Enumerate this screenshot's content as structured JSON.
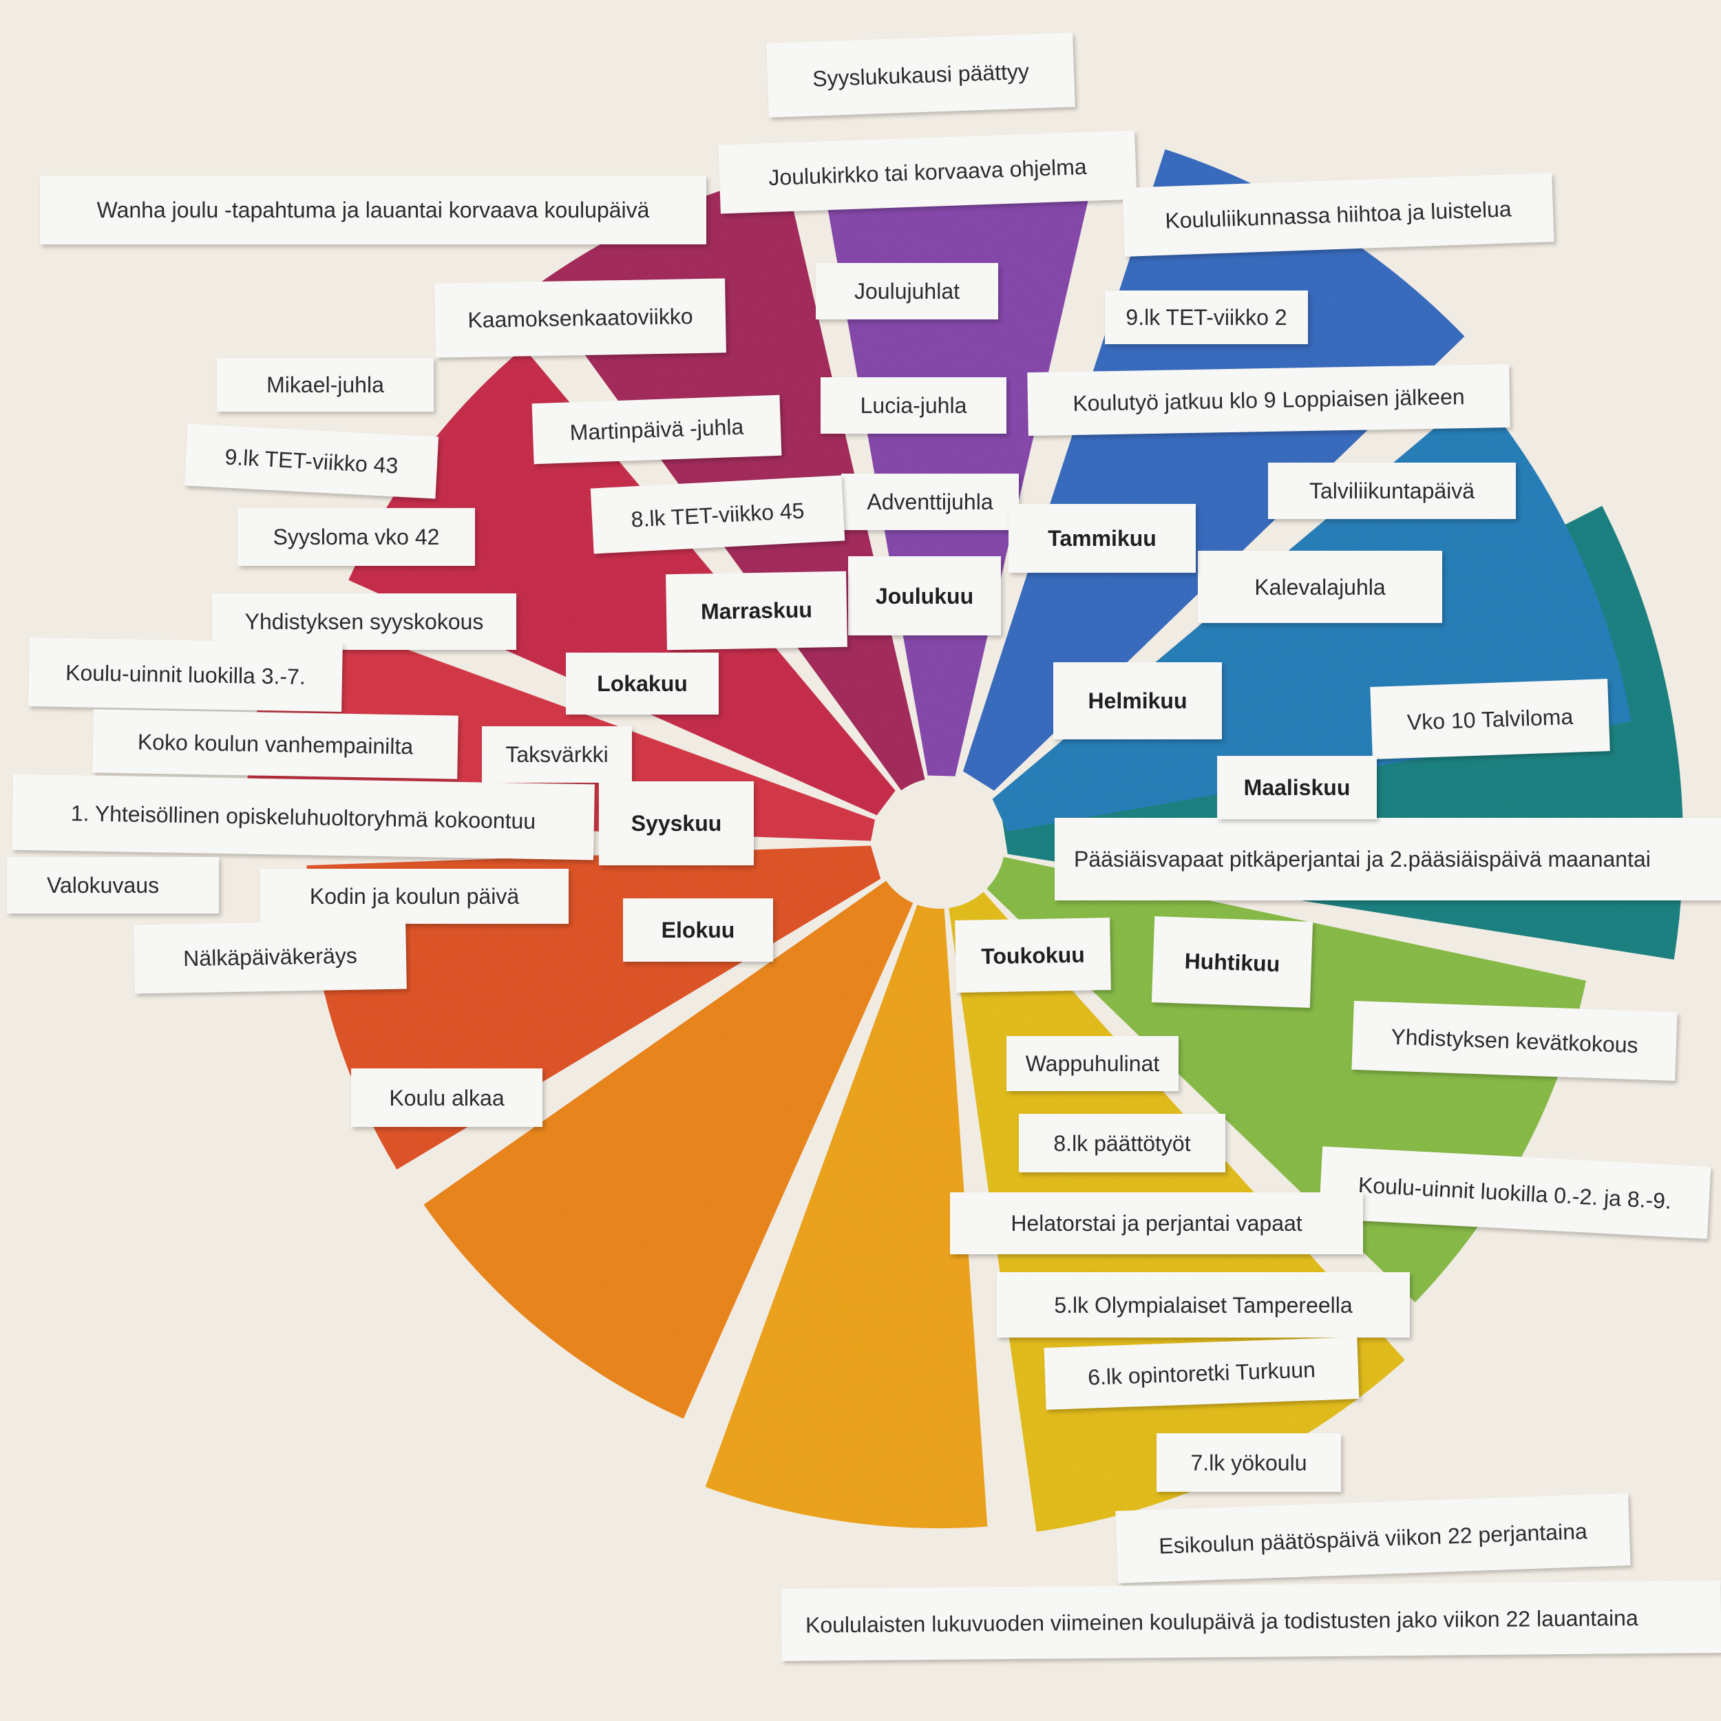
{
  "months": {
    "elokuu": {
      "name": "Elokuu",
      "color": "#e4572a"
    },
    "syyskuu": {
      "name": "Syyskuu",
      "color": "#d93a4a"
    },
    "lokakuu": {
      "name": "Lokakuu",
      "color": "#cc2f4e"
    },
    "marraskuu": {
      "name": "Marraskuu",
      "color": "#a82e5e"
    },
    "joulukuu": {
      "name": "Joulukuu",
      "color": "#8a4bb0"
    },
    "tammikuu": {
      "name": "Tammikuu",
      "color": "#3b6fc4"
    },
    "helmikuu": {
      "name": "Helmikuu",
      "color": "#2a82bd"
    },
    "maaliskuu": {
      "name": "Maaliskuu",
      "color": "#1f8585"
    },
    "huhtikuu": {
      "name": "Huhtikuu",
      "color": "#8cc04a"
    },
    "toukokuu": {
      "name": "Toukokuu",
      "color": "#e9c21f"
    },
    "kesakuu": {
      "color": "#f3a81e"
    },
    "heinakuu": {
      "color": "#f08a1f"
    }
  },
  "events": {
    "syyslukukausi_paattyy": "Syyslukukausi päättyy",
    "joulukirkko": "Joulukirkko tai korvaava ohjelma",
    "wanha_joulu": "Wanha joulu -tapahtuma ja lauantai korvaava koulupäivä",
    "koululiikunnassa": "Koululiikunnassa hiihtoa ja luistelua",
    "joulujuhlat": "Joulujuhlat",
    "tet_viikko_2": "9.lk TET-viikko 2",
    "kaamoksenkaatoviikko": "Kaamoksenkaatoviikko",
    "mikael_juhla": "Mikael-juhla",
    "lucia_juhla": "Lucia-juhla",
    "koulutyo_jatkuu": "Koulutyö jatkuu klo 9 Loppiaisen jälkeen",
    "martinpaiva": "Martinpäivä -juhla",
    "tet_viikko_43": "9.lk TET-viikko 43",
    "talviliikuntapaiva": "Talviliikuntapäivä",
    "adventtijuhla": "Adventtijuhla",
    "tet_viikko_45": "8.lk TET-viikko 45",
    "syysloma": "Syysloma vko 42",
    "kalevalajuhla": "Kalevalajuhla",
    "yhdistyksen_syyskokous": "Yhdistyksen syyskokous",
    "koulu_uinnit_37": "Koulu-uinnit luokilla 3.-7.",
    "vko10_talviloma": "Vko 10 Talviloma",
    "koko_koulun_vanhempainilta": "Koko koulun vanhempainilta",
    "taksvarkki": "Taksvärkki",
    "opiskeluhuoltoryhma": "1. Yhteisöllinen opiskeluhuoltoryhmä kokoontuu",
    "paasiaisvapaat": "Pääsiäisvapaat pitkäperjantai ja 2.pääsiäispäivä maanantai",
    "valokuvaus": "Valokuvaus",
    "kodin_ja_koulun_paiva": "Kodin ja koulun päivä",
    "nalkapaivakerays": "Nälkäpäiväkeräys",
    "yhdistyksen_kevatkokous": "Yhdistyksen kevätkokous",
    "wappuhulinat": "Wappuhulinat",
    "koulu_alkaa": "Koulu alkaa",
    "paattotyot_8lk": "8.lk päättötyöt",
    "koulu_uinnit_02_89": "Koulu-uinnit luokilla 0.-2. ja 8.-9.",
    "helatorstai": "Helatorstai ja perjantai vapaat",
    "olympialaiset": "5.lk Olympialaiset Tampereella",
    "opintoretki": "6.lk opintoretki Turkuun",
    "yokoulu": "7.lk yökoulu",
    "esikoulun_paatospaiva": "Esikoulun päätöspäivä viikon 22 perjantaina",
    "viimeinen_koulupaiva": "Koululaisten lukuvuoden viimeinen koulupäivä ja todistusten jako viikon 22 lauantaina"
  }
}
